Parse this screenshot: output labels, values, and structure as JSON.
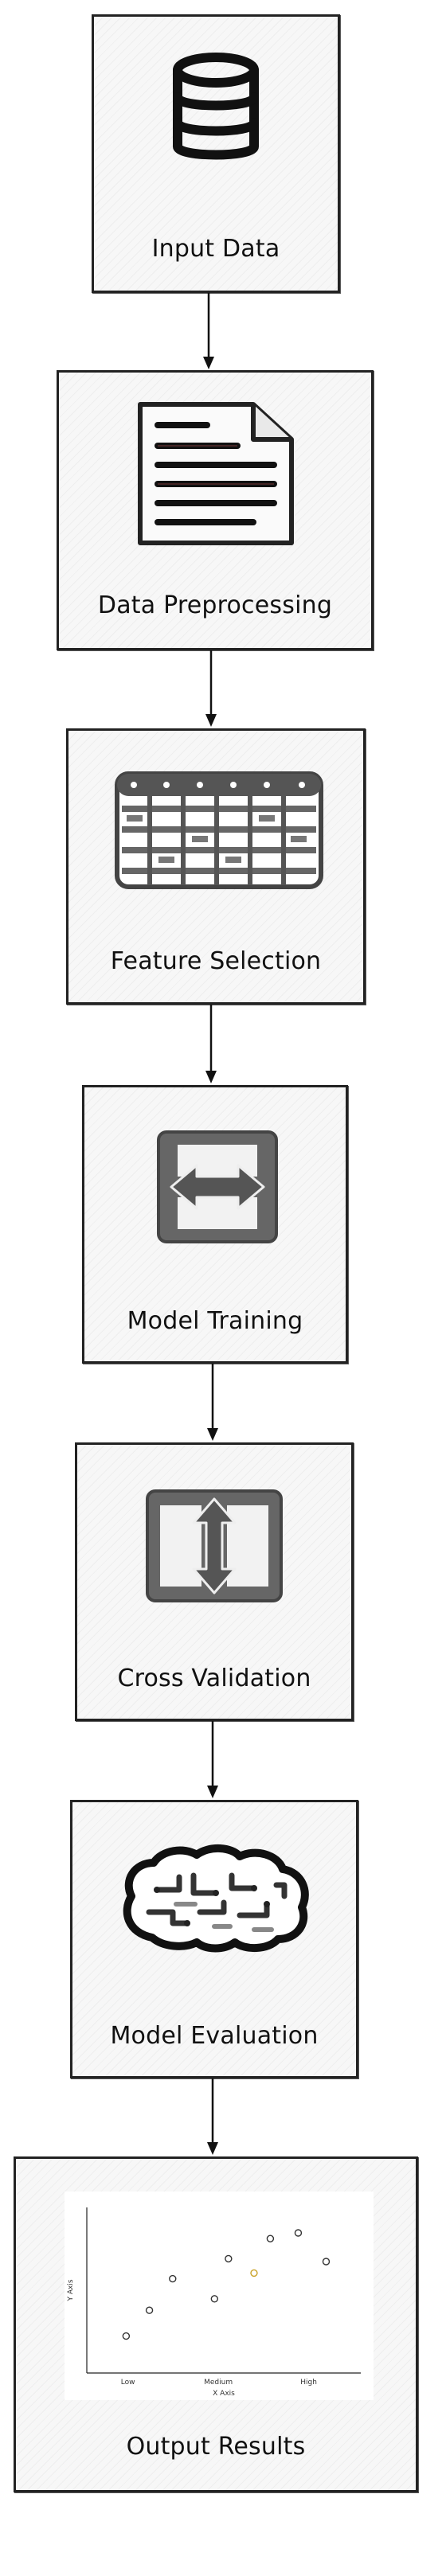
{
  "steps": [
    {
      "label": "Input Data",
      "icon": "database-icon"
    },
    {
      "label": "Data Preprocessing",
      "icon": "document-icon"
    },
    {
      "label": "Feature Selection",
      "icon": "table-grid-icon"
    },
    {
      "label": "Model Training",
      "icon": "horizontal-arrows-icon"
    },
    {
      "label": "Cross Validation",
      "icon": "vertical-arrows-icon"
    },
    {
      "label": "Model Evaluation",
      "icon": "brain-icon"
    },
    {
      "label": "Output Results",
      "icon": "scatter-chart-icon"
    }
  ],
  "chart_data": {
    "type": "scatter",
    "xlabel": "X Axis",
    "ylabel": "Y Axis",
    "categories": [
      "Low",
      "Medium",
      "High"
    ],
    "x_range": [
      0,
      1
    ],
    "y_range": [
      0,
      1
    ],
    "points": [
      {
        "x": 0.08,
        "y": 0.18
      },
      {
        "x": 0.18,
        "y": 0.36
      },
      {
        "x": 0.28,
        "y": 0.58
      },
      {
        "x": 0.46,
        "y": 0.44
      },
      {
        "x": 0.52,
        "y": 0.72
      },
      {
        "x": 0.63,
        "y": 0.62
      },
      {
        "x": 0.7,
        "y": 0.86
      },
      {
        "x": 0.82,
        "y": 0.9
      },
      {
        "x": 0.94,
        "y": 0.7
      }
    ],
    "highlight_color": "#c9a227",
    "grid": false
  }
}
